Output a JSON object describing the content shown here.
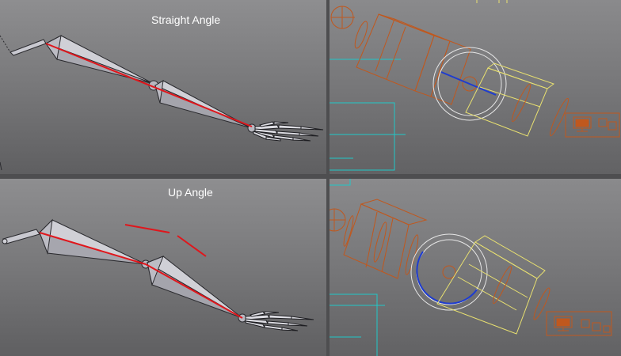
{
  "viewports": {
    "top_left": {
      "title": "Straight Angle"
    },
    "bottom_left": {
      "title": "Up Angle"
    }
  },
  "colors": {
    "bone_fill": "#c4c4cc",
    "bone_stroke": "#2a2a2e",
    "red_line": "#e0161c",
    "orange_wire": "#c0581e",
    "yellow_wire": "#e8e070",
    "blue_arc": "#1e3cd0",
    "cyan_wire": "#20c8c8",
    "white_circle": "#e6e6e6"
  },
  "icons": [
    "bone-chain",
    "hand-bones",
    "ik-solver-gizmo",
    "computer-icon"
  ]
}
